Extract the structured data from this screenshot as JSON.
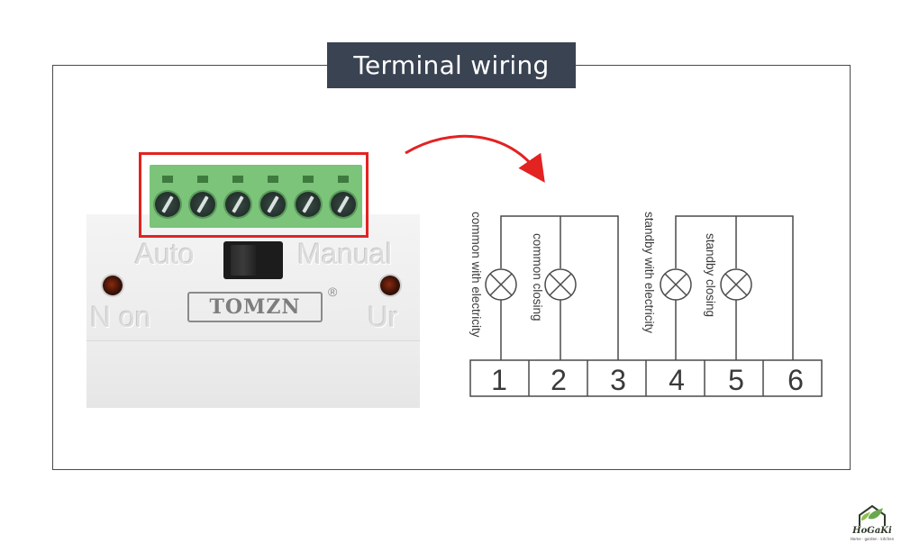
{
  "title": "Terminal wiring",
  "device": {
    "label_auto": "Auto",
    "label_manual": "Manual",
    "label_on": "N on",
    "label_right": "Ur",
    "brand": "TOMZN",
    "registered": "®",
    "terminal_count": 6
  },
  "wiring": {
    "terminals": [
      "1",
      "2",
      "3",
      "4",
      "5",
      "6"
    ],
    "loads": [
      {
        "label": "common with electricity"
      },
      {
        "label": "common closing"
      },
      {
        "label": "standby with electricity"
      },
      {
        "label": "standby closing"
      }
    ]
  },
  "logo": {
    "name": "HoGaKi",
    "tagline": "Home · garden · kitchen"
  },
  "colors": {
    "title_bg": "#3a4352",
    "highlight": "#e32222",
    "terminal_green": "#7bc47a",
    "line": "#4a4a4a"
  }
}
